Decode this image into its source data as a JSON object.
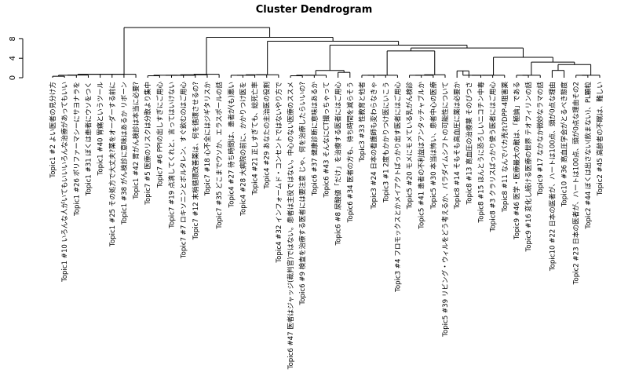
{
  "chart_data": {
    "type": "dendrogram",
    "title": "Cluster Dendrogram",
    "ylim": [
      0,
      10
    ],
    "yticks": [
      "0",
      "4",
      "8"
    ],
    "leaves": [
      "Topic1 #2 よい医者の見分け方",
      "Topic1 #10 いろんな人がいてもいいいろんな治療があってもいい",
      "Topic1 #26 ポリファーマシーにサヨナラを",
      "Topic1 #31 ぼくは患者にウソをつく",
      "Topic1 #40 胃痛というツール",
      "Topic1 #25 その処方で大丈夫?薬をオーダーする前に",
      "Topic1 #38 がん検診に意味はあるか リボーン",
      "Topic1 #42 胃がん検診は本当に必要?",
      "Topic7 #5 医療のリスクは分散より集中",
      "Topic7 #6 PPIの出しすぎにご用心",
      "Topic7 #19 点滴してくれと、言ってはいけない",
      "Topic7 #7 ロキソニンとボルタレン、すぐ飲むのはご用心",
      "Topic7 #12 末梢循環改善薬は、何を循環させるの?",
      "Topic7 #18 心不全にはジギタリスか",
      "Topic7 #35 どこまでウソか、エラスポールの話",
      "Topic4 #27 待ち時間は、患者が(も)悪い",
      "Topic4 #28 大病院の前に、かかりつけ医を",
      "Topic4 #21 正しすぎても、総死亡率",
      "Topic4 #29 あなたの主治医の役割",
      "Topic4 #32 インフォームド・コンセントではないやり方で",
      "Topic6 #47 医者はジャッジ(裁判官)ではない。患者は主役ではない。中心のない医療のススメ",
      "Topic6 #9 検査を治療する医者には要注意 じゃ、何を治療したらいいの?",
      "Topic6 #37 健康診断に意味はあるか",
      "Topic6 #43 そんなにCT撮っちゃって",
      "Topic6 #8 尿酸値「だけ」を治療する医者にはご用心",
      "Topic6 #34 医者の方も、待ち時間を減らそう",
      "Topic3 #33 性教育と他者",
      "Topic3 #24 日本の看護師も変わらなきゃ",
      "Topic3 #1 2度もかかりつけ医にいこう",
      "Topic3 #4 フロモックスとかメイアクトばっかり出す医者にはご用心",
      "Topic5 #20 モメにモメている乳がん検診",
      "Topic5 #41 患者の不利益はアンタッチャブルか",
      "Topic5 #30 本当は怖い、患者中心の医療",
      "Topic5 #39 リビング・ウィルをどう考えるか、パラダイムシフトの可能性について",
      "Topic8 #14 そもそも高血圧に薬は必要か",
      "Topic8 #13 高血圧の治療薬 そのぴつさ",
      "Topic8 #15 ほんとうに恐ろしいニコチン中毒",
      "Topic8 #3 クラリスばっかり使う医者にはご用心",
      "Topic8 #11 なんでバカ売れ?DPP-4阻害薬",
      "Topic9 #46 医学・医療最大の敵は、「極論」である",
      "Topic9 #16 変化し続ける医療の世界 テオフィリンの話",
      "Topic9 #17 なかなか微妙なラマの話",
      "Topic10 #22 日本の医者が、ハートは100点、頭が0点な理由",
      "Topic10 #36 高血圧学会がとるべき態度",
      "Topic2 #23 日本の医者が、ハートは100点、頭が0点な理由その2",
      "Topic2 #44 ぼくは出さない(飲まない)、PL顆粒",
      "Topic2 #45 高齢者の不眠は、難しい"
    ],
    "merges": [
      [
        -1,
        -2,
        0.3
      ],
      [
        1,
        -3,
        0.5
      ],
      [
        2,
        -4,
        0.55
      ],
      [
        3,
        -5,
        0.7
      ],
      [
        4,
        -6,
        0.7
      ],
      [
        5,
        -7,
        0.7
      ],
      [
        6,
        -8,
        0.7
      ],
      [
        -9,
        -10,
        0.4
      ],
      [
        -11,
        -12,
        0.5
      ],
      [
        9,
        8,
        0.5
      ],
      [
        10,
        -13,
        0.5
      ],
      [
        11,
        -14,
        0.6
      ],
      [
        12,
        -15,
        0.7
      ],
      [
        -16,
        -17,
        0.5
      ],
      [
        14,
        -18,
        0.5
      ],
      [
        15,
        -19,
        0.6
      ],
      [
        16,
        -20,
        0.6
      ],
      [
        -21,
        -22,
        0.4
      ],
      [
        18,
        -23,
        0.5
      ],
      [
        19,
        -24,
        0.5
      ],
      [
        -25,
        -26,
        1.1
      ],
      [
        20,
        21,
        1.5
      ],
      [
        -27,
        -28,
        0.5
      ],
      [
        23,
        -29,
        0.5
      ],
      [
        24,
        -30,
        0.5
      ],
      [
        -31,
        -32,
        0.5
      ],
      [
        26,
        -33,
        0.5
      ],
      [
        27,
        -34,
        0.6
      ],
      [
        -35,
        -36,
        1.4
      ],
      [
        29,
        -37,
        0.5
      ],
      [
        30,
        -38,
        0.5
      ],
      [
        31,
        -39,
        0.5
      ],
      [
        -40,
        -41,
        0.5
      ],
      [
        33,
        -42,
        0.5
      ],
      [
        -43,
        -44,
        1.5
      ],
      [
        -45,
        -46,
        0.5
      ],
      [
        36,
        -47,
        0.5
      ],
      [
        35,
        37,
        2.7
      ],
      [
        34,
        38,
        3.2
      ],
      [
        32,
        39,
        4.2
      ],
      [
        28,
        25,
        5.5
      ],
      [
        41,
        40,
        6.1
      ],
      [
        22,
        42,
        6.7
      ],
      [
        17,
        43,
        7.5
      ],
      [
        13,
        44,
        8.3
      ],
      [
        7,
        45,
        10.3
      ]
    ]
  }
}
